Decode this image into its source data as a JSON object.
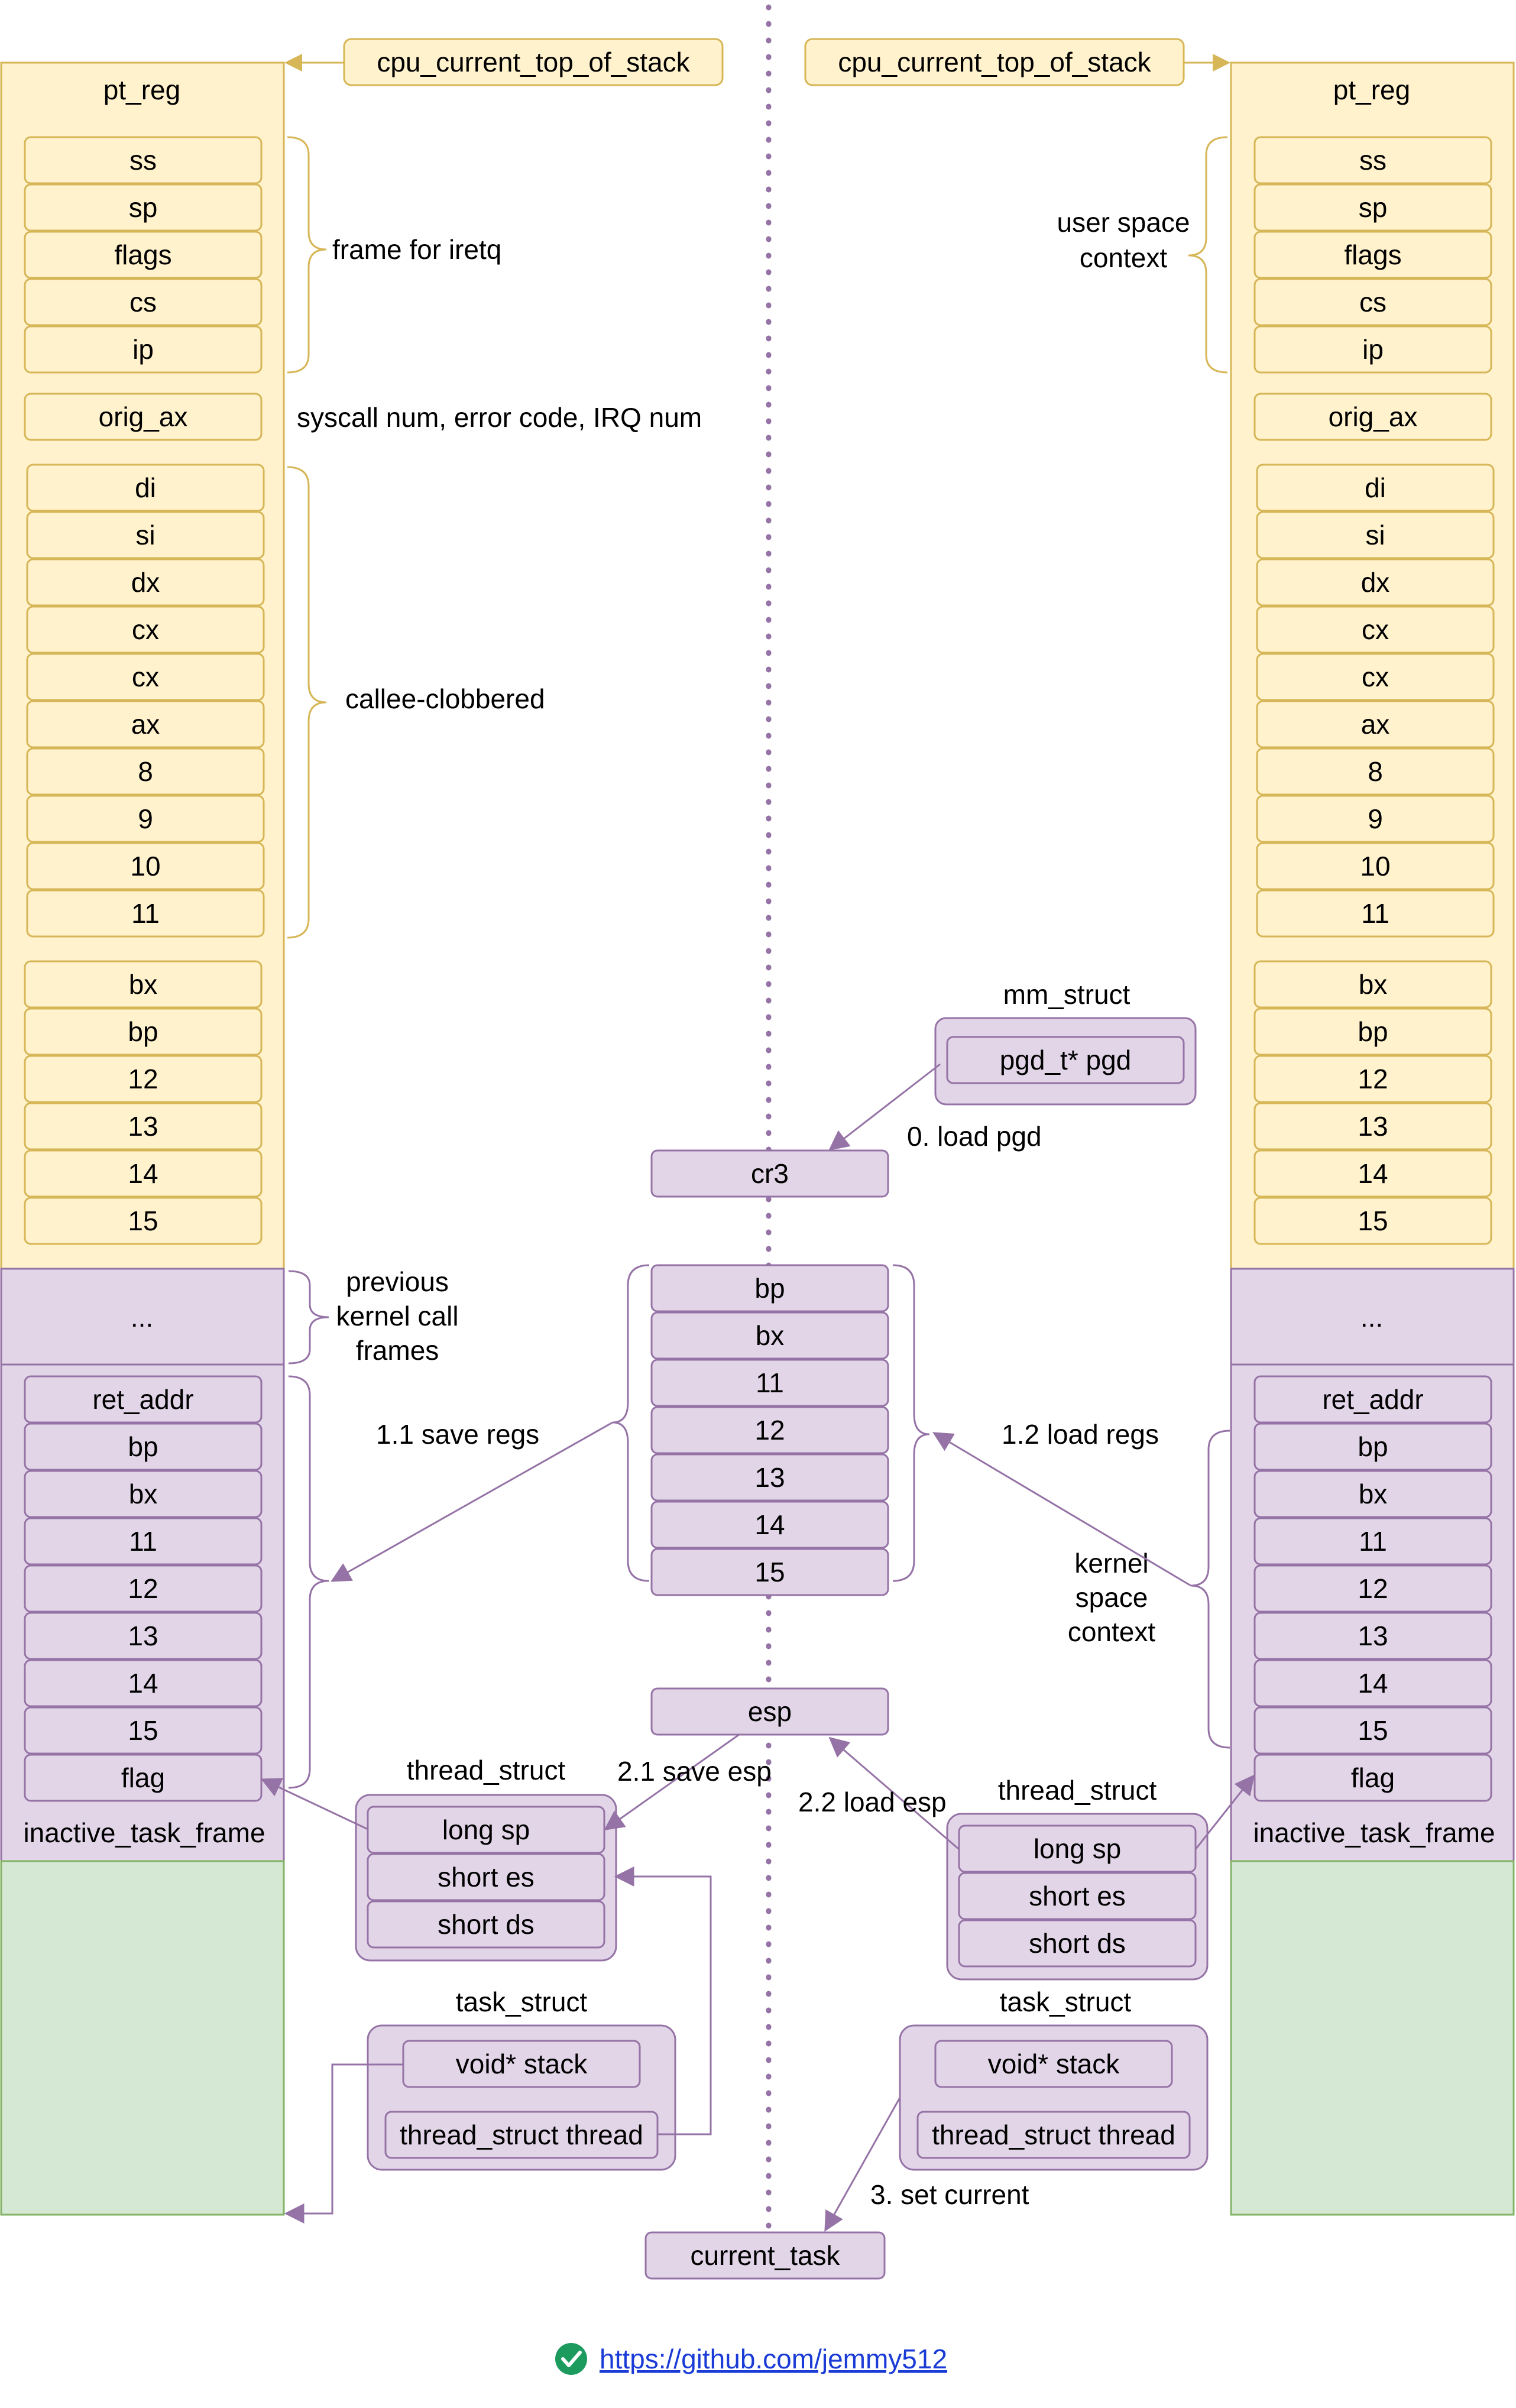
{
  "colors": {
    "yellow_fill": "#fff2cc",
    "yellow_stroke": "#d6b656",
    "purple_fill": "#e1d5e7",
    "purple_stroke": "#9673a6",
    "green_fill": "#d5e8d4",
    "green_stroke": "#82b366",
    "arrow": "#9673a6",
    "link": "#1a3bd6",
    "check": "#1d9b5e"
  },
  "pointers": {
    "left": "cpu_current_top_of_stack",
    "right": "cpu_current_top_of_stack"
  },
  "stack": {
    "title": "pt_reg",
    "iret_frame": [
      "ss",
      "sp",
      "flags",
      "cs",
      "ip"
    ],
    "orig": "orig_ax",
    "clobbered": [
      "di",
      "si",
      "dx",
      "cx",
      "cx",
      "ax",
      "8",
      "9",
      "10",
      "11"
    ],
    "saved": [
      "bx",
      "bp",
      "12",
      "13",
      "14",
      "15"
    ],
    "prev_frames": "...",
    "inactive_regs": [
      "ret_addr",
      "bp",
      "bx",
      "11",
      "12",
      "13",
      "14",
      "15",
      "flag"
    ],
    "inactive_label": "inactive_task_frame"
  },
  "annotations": {
    "frame_for_iretq": "frame for iretq",
    "user_space_context": [
      "user space",
      "context"
    ],
    "syscall_num": "syscall num, error code, IRQ num",
    "callee_clobbered": "callee-clobbered",
    "previous_frames": [
      "previous",
      "kernel call",
      "frames"
    ],
    "kernel_space_context": [
      "kernel",
      "space",
      "context"
    ]
  },
  "mm_struct": {
    "title": "mm_struct",
    "field": "pgd_t* pgd"
  },
  "cpu": {
    "cr3": "cr3",
    "regs": [
      "bp",
      "bx",
      "11",
      "12",
      "13",
      "14",
      "15"
    ],
    "esp": "esp",
    "current_task": "current_task"
  },
  "thread_struct": {
    "title": "thread_struct",
    "fields": [
      "long sp",
      "short es",
      "short ds"
    ]
  },
  "task_struct": {
    "title": "task_struct",
    "fields": [
      "void* stack",
      "thread_struct thread"
    ]
  },
  "steps": {
    "load_pgd": "0. load pgd",
    "save_regs": "1.1 save regs",
    "load_regs": "1.2 load regs",
    "save_esp": "2.1 save esp",
    "load_esp": "2.2 load esp",
    "set_current": "3. set current"
  },
  "footer": {
    "link": "https://github.com/jemmy512",
    "check_icon": "check-circle-icon"
  }
}
